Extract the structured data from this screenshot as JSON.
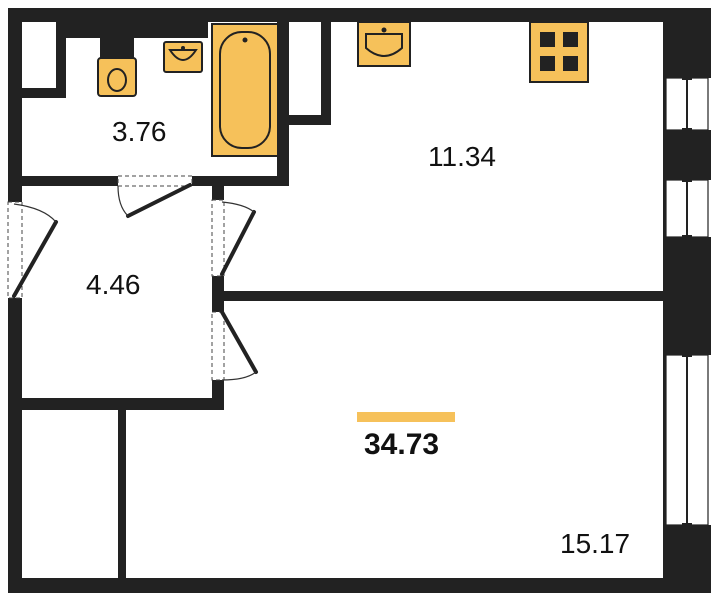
{
  "rooms": {
    "bathroom_area": "3.76",
    "kitchen_area": "11.34",
    "hall_area": "4.46",
    "living_area": "15.17"
  },
  "total_area": "34.73",
  "colors": {
    "wall": "#222222",
    "fixture": "#f6c15a",
    "accent_bar": "#f6c15a",
    "background": "#ffffff"
  }
}
